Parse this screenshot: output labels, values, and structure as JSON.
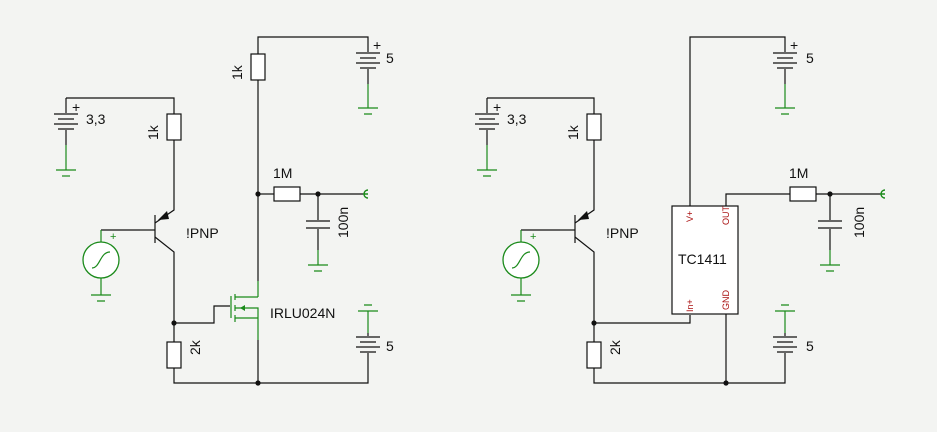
{
  "colors": {
    "background": "#f3f4f2",
    "wire": "#111111",
    "ground": "#1a8a1a",
    "pin_label": "#aa1111",
    "dot": "#111111"
  },
  "left_circuit": {
    "battery_3v3": "3,3",
    "battery_5v_top": "5",
    "battery_5v_bottom": "5",
    "r_1k_base": "1k",
    "r_1k_drain": "1k",
    "r_1M": "1M",
    "c_100n": "100n",
    "r_2k": "2k",
    "transistor": "!PNP",
    "mosfet": "IRLU024N",
    "battery_polarity": "+"
  },
  "right_circuit": {
    "battery_3v3": "3,3",
    "battery_5v_top": "5",
    "battery_5v_bottom": "5",
    "r_1k_base": "1k",
    "r_1M": "1M",
    "c_100n": "100n",
    "r_2k": "2k",
    "transistor": "!PNP",
    "driver": "TC1411",
    "pin_vplus": "V+",
    "pin_out": "OUT",
    "pin_inplus": "In+",
    "pin_gnd": "GND",
    "battery_polarity": "+"
  },
  "icons": [
    "signal-generator-icon",
    "battery-icon",
    "ground-icon",
    "resistor-icon",
    "capacitor-icon",
    "pnp-transistor-icon",
    "mosfet-icon",
    "output-terminal-icon",
    "driver-ic-icon"
  ]
}
